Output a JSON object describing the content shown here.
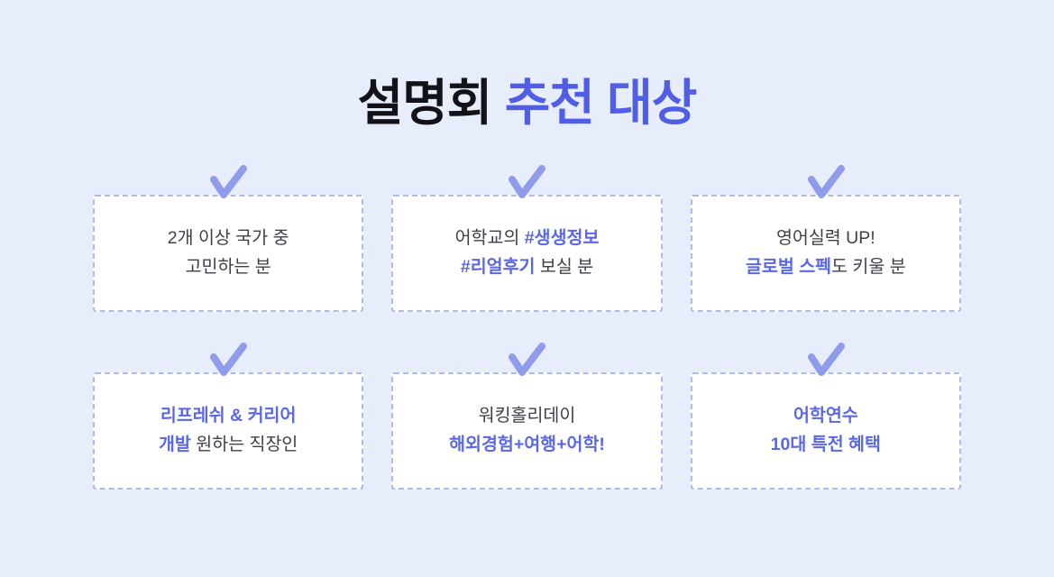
{
  "title": {
    "main": "설명회",
    "accent": "추천 대상"
  },
  "colors": {
    "background": "#e7edfb",
    "accent": "#5b68e6",
    "title_accent": "#4f5ee4",
    "check": "#8f9ceb",
    "card_border": "#aeb9ee",
    "text": "#3f3f49"
  },
  "icons": {
    "check": "checkmark-icon"
  },
  "cards": [
    {
      "lines": [
        {
          "segments": [
            {
              "text": "2개 이상 국가 중",
              "accent": false
            }
          ]
        },
        {
          "segments": [
            {
              "text": "고민하는 분",
              "accent": false
            }
          ]
        }
      ]
    },
    {
      "lines": [
        {
          "segments": [
            {
              "text": "어학교의",
              "accent": false
            },
            {
              "text": "#생생정보",
              "accent": true
            }
          ]
        },
        {
          "segments": [
            {
              "text": "#리얼후기",
              "accent": true
            },
            {
              "text": "보실 분",
              "accent": false
            }
          ]
        }
      ]
    },
    {
      "lines": [
        {
          "segments": [
            {
              "text": "영어실력 UP!",
              "accent": false
            }
          ]
        },
        {
          "segments": [
            {
              "text": "글로벌 스펙",
              "accent": true
            },
            {
              "text": "도 키울 분",
              "accent": false
            }
          ]
        }
      ]
    },
    {
      "lines": [
        {
          "segments": [
            {
              "text": "리프레쉬 & 커리어",
              "accent": true
            }
          ]
        },
        {
          "segments": [
            {
              "text": "개발",
              "accent": true
            },
            {
              "text": "원하는 직장인",
              "accent": false
            }
          ]
        }
      ]
    },
    {
      "lines": [
        {
          "segments": [
            {
              "text": "워킹홀리데이",
              "accent": false
            }
          ]
        },
        {
          "segments": [
            {
              "text": "해외경험+여행+어학!",
              "accent": true
            }
          ]
        }
      ]
    },
    {
      "lines": [
        {
          "segments": [
            {
              "text": "어학연수",
              "accent": true
            }
          ]
        },
        {
          "segments": [
            {
              "text": "10대 특전 혜택",
              "accent": true
            }
          ]
        }
      ]
    }
  ]
}
